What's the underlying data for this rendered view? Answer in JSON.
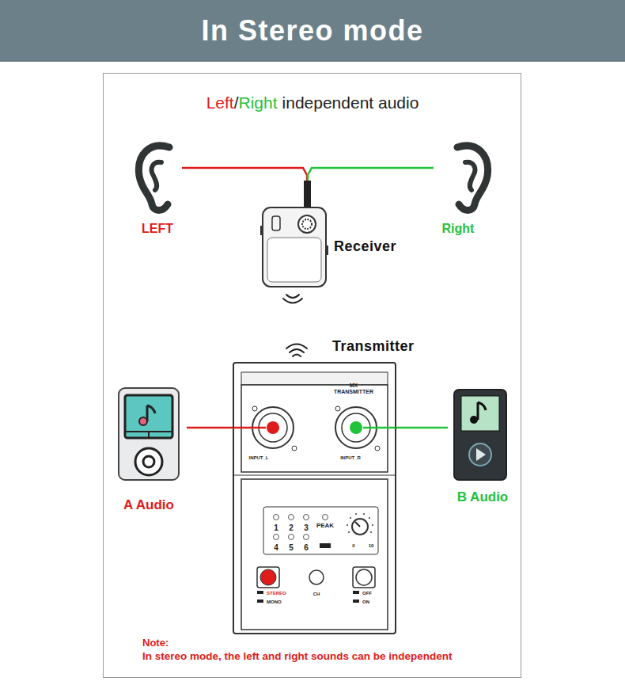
{
  "diagram": {
    "title": "In Stereo mode",
    "nodes": [
      {
        "text": [
          "LEFT"
        ]
      },
      {
        "text": [
          "Right"
        ]
      },
      {
        "text": [
          "Receiver"
        ]
      },
      {
        "text": [
          "Transmitter"
        ]
      },
      {
        "text": [
          "A Audio"
        ]
      },
      {
        "text": [
          "B Audio"
        ]
      }
    ],
    "edges": [
      {
        "from": 0,
        "to": 2,
        "arrow": "none"
      },
      {
        "from": 1,
        "to": 2,
        "arrow": "none"
      },
      {
        "from": 4,
        "to": 3,
        "arrow": "none"
      },
      {
        "from": 5,
        "to": 3,
        "arrow": "none"
      }
    ],
    "labels": [
      "Left",
      "/",
      "Right",
      "independent audio",
      "MX TRANSMITTER",
      "INPUT_L",
      "INPUT_R",
      "1",
      "2",
      "3",
      "PEAK",
      "4",
      "5",
      "6",
      "0",
      "10",
      "STEREO",
      "MONO",
      "CH",
      "OFF",
      "ON",
      "Note:",
      "In stereo mode, the left and right sounds can be independent"
    ]
  }
}
